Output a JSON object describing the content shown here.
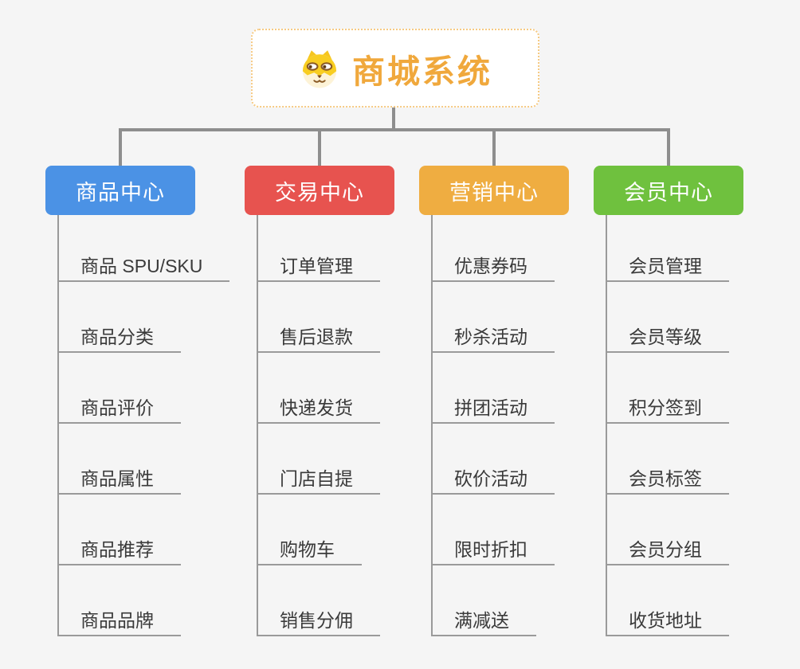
{
  "root": {
    "title": "商城系统",
    "icon": "dog-face-icon"
  },
  "branches": [
    {
      "label": "商品中心",
      "color": "#4b92e5",
      "items": [
        "商品 SPU/SKU",
        "商品分类",
        "商品评价",
        "商品属性",
        "商品推荐",
        "商品品牌"
      ]
    },
    {
      "label": "交易中心",
      "color": "#e7534f",
      "items": [
        "订单管理",
        "售后退款",
        "快递发货",
        "门店自提",
        "购物车",
        "销售分佣"
      ]
    },
    {
      "label": "营销中心",
      "color": "#efad41",
      "items": [
        "优惠券码",
        "秒杀活动",
        "拼团活动",
        "砍价活动",
        "限时折扣",
        "满减送"
      ]
    },
    {
      "label": "会员中心",
      "color": "#6fc13e",
      "items": [
        "会员管理",
        "会员等级",
        "积分签到",
        "会员标签",
        "会员分组",
        "收货地址"
      ]
    }
  ],
  "colors": {
    "connector": "#8e8e8e",
    "node_line": "#9a9a9a",
    "leaf_text": "#3a3a3a",
    "root_text": "#f0a83c",
    "root_border": "#f6ca83",
    "header_text": "#ffffff",
    "background": "#f5f5f5"
  }
}
